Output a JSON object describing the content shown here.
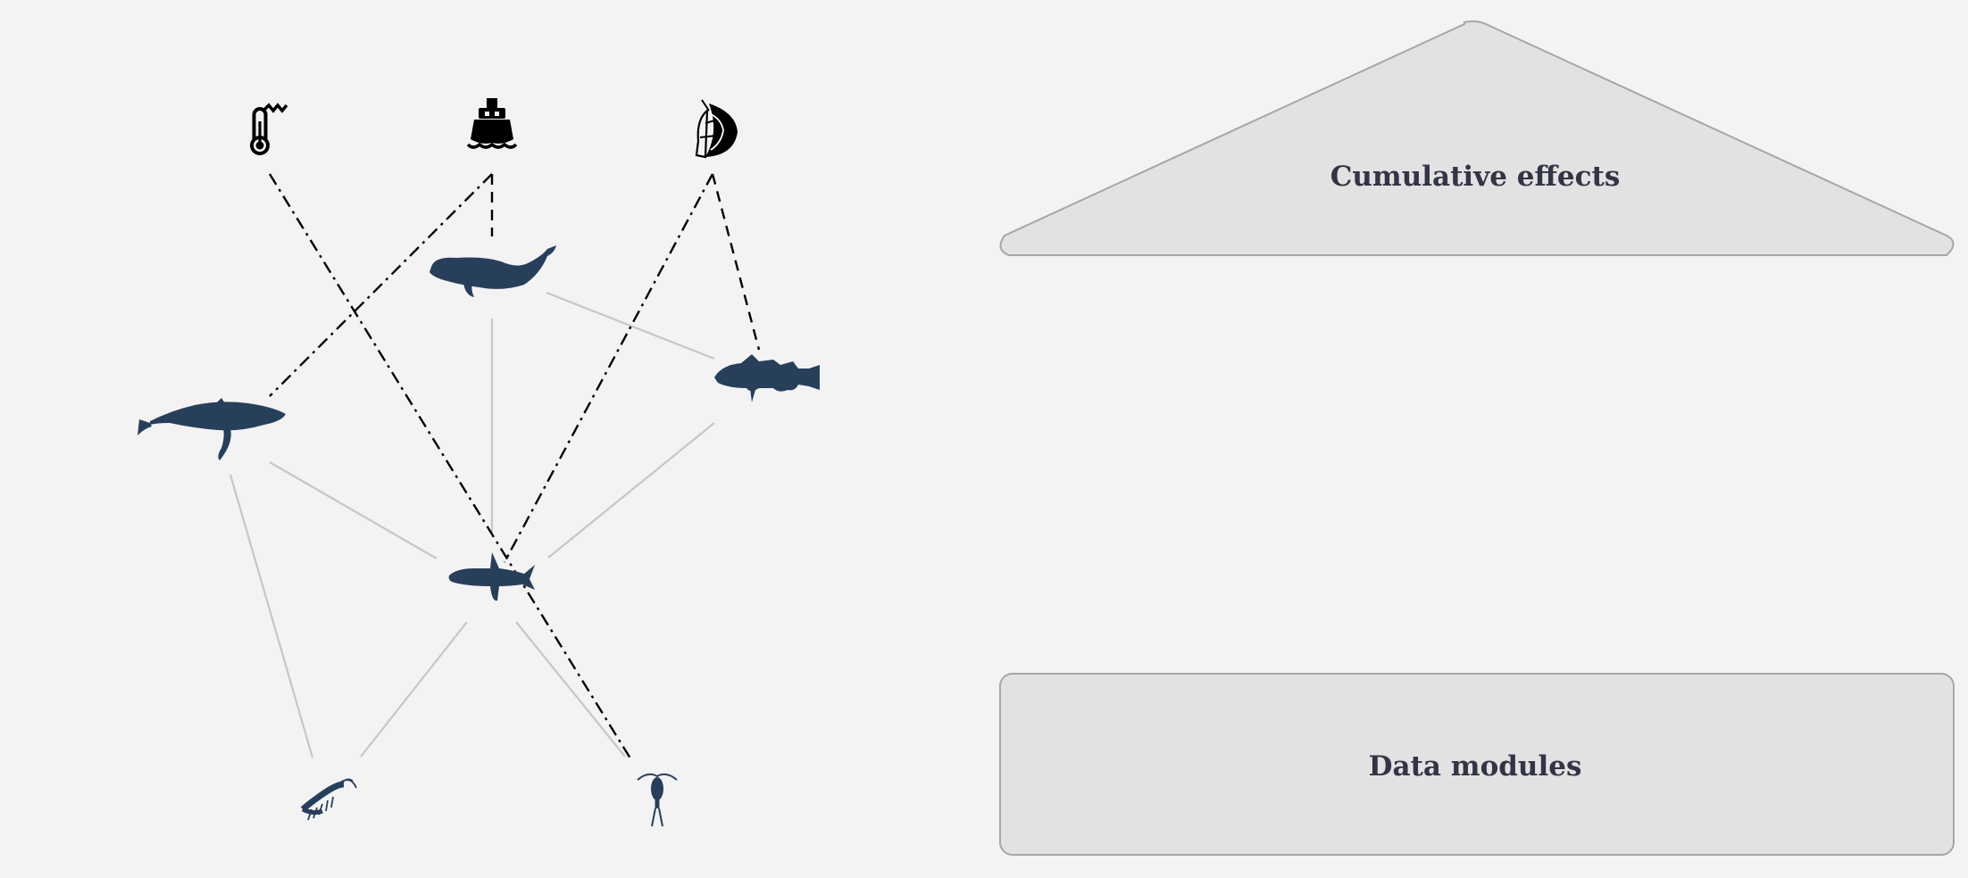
{
  "diagram": {
    "title_top": "Cumulative effects",
    "title_bottom": "Data modules",
    "colors": {
      "background": "#f3f3f3",
      "panel_fill": "#e2e2e2",
      "panel_stroke": "#a6a6a6",
      "species": "#283f5c",
      "food_web_link": "#c3c7cd",
      "stressor_link": "#000000",
      "label": "#343447"
    },
    "stressors": [
      {
        "id": "temperature",
        "icon": "thermometer-icon"
      },
      {
        "id": "shipping",
        "icon": "ship-icon"
      },
      {
        "id": "fishing",
        "icon": "fishing-net-icon"
      }
    ],
    "species": [
      {
        "id": "right-whale",
        "icon": "right-whale-icon"
      },
      {
        "id": "humpback-whale",
        "icon": "humpback-whale-icon"
      },
      {
        "id": "cod",
        "icon": "cod-icon"
      },
      {
        "id": "capelin",
        "icon": "forage-fish-icon"
      },
      {
        "id": "krill",
        "icon": "krill-icon"
      },
      {
        "id": "copepod",
        "icon": "copepod-icon"
      }
    ],
    "food_web_links": [
      [
        "right-whale",
        "cod"
      ],
      [
        "right-whale",
        "capelin"
      ],
      [
        "humpback-whale",
        "capelin"
      ],
      [
        "humpback-whale",
        "krill"
      ],
      [
        "cod",
        "capelin"
      ],
      [
        "capelin",
        "krill"
      ],
      [
        "capelin",
        "copepod"
      ]
    ],
    "stressor_links": [
      [
        "temperature",
        "copepod"
      ],
      [
        "shipping",
        "right-whale"
      ],
      [
        "shipping",
        "humpback-whale"
      ],
      [
        "fishing",
        "cod"
      ],
      [
        "fishing",
        "capelin"
      ]
    ]
  }
}
